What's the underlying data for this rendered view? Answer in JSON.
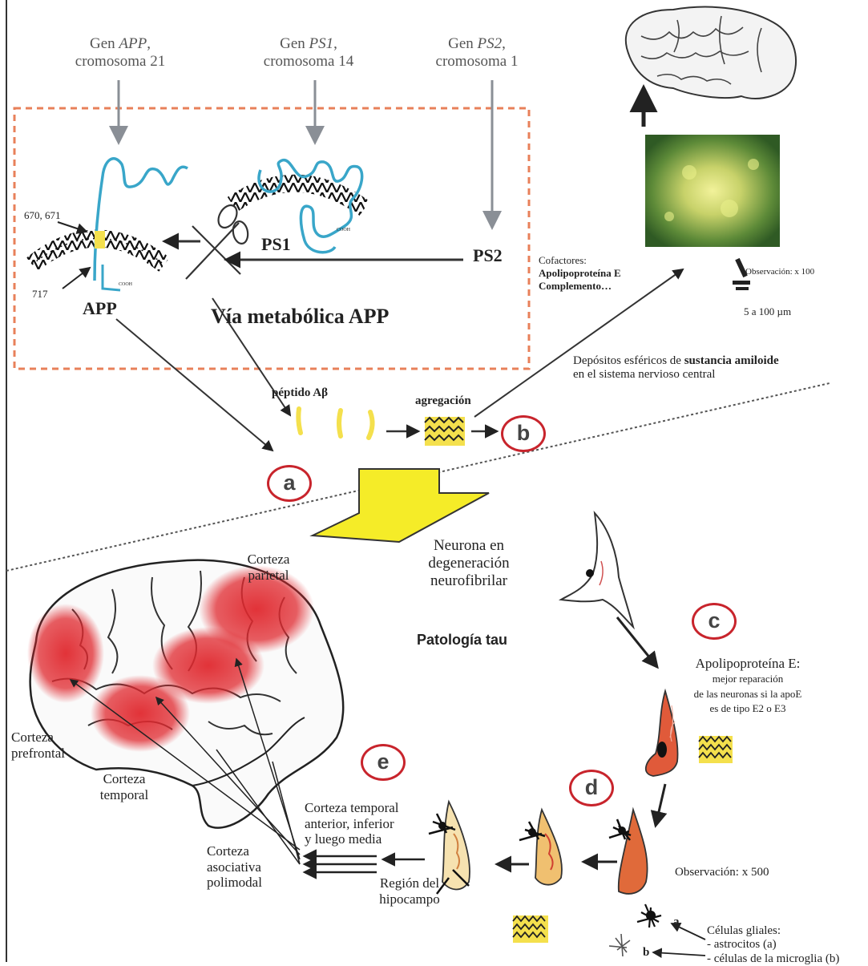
{
  "genes": [
    {
      "prefix": "Gen ",
      "name": "APP",
      "suffix": ",",
      "chromosome": "cromosoma 21"
    },
    {
      "prefix": "Gen ",
      "name": "PS1",
      "suffix": ",",
      "chromosome": "cromosoma 14"
    },
    {
      "prefix": "Gen ",
      "name": "PS2",
      "suffix": ",",
      "chromosome": "cromosoma 1"
    }
  ],
  "pathway": {
    "title": "Vía metabólica APP",
    "app_label": "APP",
    "ps1_label": "PS1",
    "ps2_label": "PS2",
    "mutation_top": "670, 671",
    "mutation_bottom": "717",
    "cooh_1": "COOH",
    "cooh_2": "COOH"
  },
  "amyloid": {
    "peptide_label": "péptido Aβ",
    "aggregation_label": "agregación",
    "cofactors_heading": "Cofactores:",
    "cofactor_1": "Apolipoproteína E",
    "cofactor_2": "Complemento…",
    "observation": "Observación: x 100",
    "size_range": "5 a 100 µm",
    "deposits_line1_prefix": "Depósitos esféricos de ",
    "deposits_line1_bold": "sustancia amiloide",
    "deposits_line2": "en el sistema nervioso central"
  },
  "markers": {
    "a": "a",
    "b": "b",
    "c": "c",
    "d": "d",
    "e": "e"
  },
  "tau": {
    "neuron_line1": "Neurona en",
    "neuron_line2": "degeneración",
    "neuron_line3": "neurofibrilar",
    "title": "Patología tau",
    "apoe_title": "Apolipoproteína E:",
    "apoe_line1": "mejor reparación",
    "apoe_line2": "de las neuronas si la apoE",
    "apoe_line3": "es de tipo E2 o E3",
    "observation": "Observación: x 500",
    "glial_title": "Células gliales:",
    "glial_1": "- astrocitos (a)",
    "glial_2": "- células de la microglia (b)",
    "glial_a": "a",
    "glial_b": "b"
  },
  "brain_regions": {
    "parietal_1": "Corteza",
    "parietal_2": "parietal",
    "prefrontal_1": "Corteza",
    "prefrontal_2": "prefrontal",
    "temporal_1": "Corteza",
    "temporal_2": "temporal",
    "assoc_1": "Corteza",
    "assoc_2": "asociativa",
    "assoc_3": "polimodal",
    "temporal_ant_1": "Corteza temporal",
    "temporal_ant_2": "anterior, inferior",
    "temporal_ant_3": "y luego media",
    "hippo_1": "Región del",
    "hippo_2": "hipocampo"
  },
  "colors": {
    "accent_red": "#c8242c",
    "dashed_orange": "#e8805a",
    "protein_blue": "#39a6c9",
    "peptide_yellow": "#f4e04d",
    "plaque_green": "#6f8f3a",
    "lesion_red": "#e0282e"
  }
}
